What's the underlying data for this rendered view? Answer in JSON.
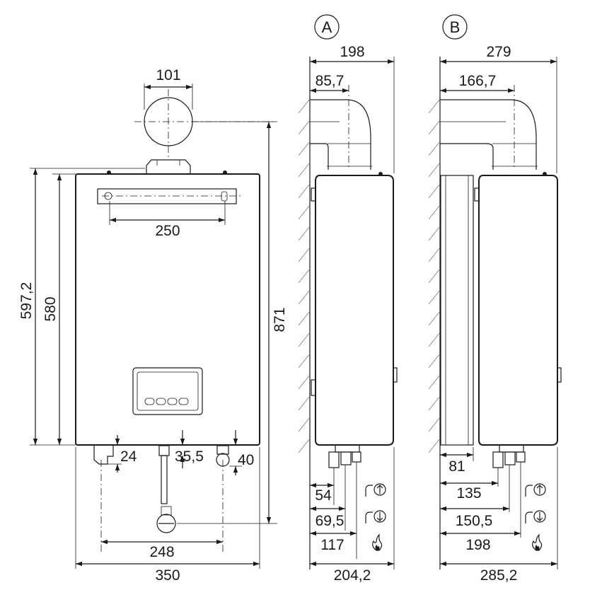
{
  "views": {
    "a": {
      "label": "A"
    },
    "b": {
      "label": "B"
    }
  },
  "front": {
    "flue_width": "101",
    "rail_width": "250",
    "height_total": "871",
    "height_1": "597,2",
    "height_2": "580",
    "conn_1": "24",
    "conn_2": "35,5",
    "conn_3": "40",
    "conn_spacing": "248",
    "width": "350"
  },
  "side_a": {
    "depth_top": "198",
    "flue_offset": "85,7",
    "d1": "54",
    "d2": "69,5",
    "d3": "117",
    "depth_bottom": "204,2"
  },
  "side_b": {
    "depth_top": "279",
    "flue_offset": "166,7",
    "spacer": "81",
    "d1": "135",
    "d2": "150,5",
    "d3": "198",
    "depth_bottom": "285,2"
  },
  "icons": [
    "flow-out-icon",
    "flow-in-icon",
    "gas-flame-icon"
  ]
}
